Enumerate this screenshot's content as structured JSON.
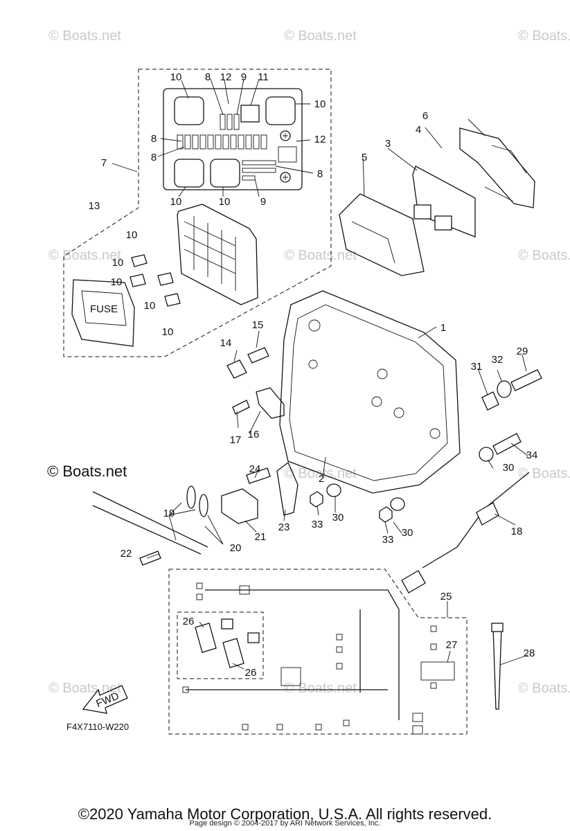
{
  "diagram": {
    "code": "F4X7110-W220",
    "watermark": "© Boats.net",
    "center_mark": "© Boats.net",
    "fuse_label": "FUSE",
    "fwd_label": "FWD",
    "callouts": {
      "c1": "1",
      "c2": "2",
      "c3": "3",
      "c4": "4",
      "c5": "5",
      "c6": "6",
      "c7": "7",
      "c8a": "8",
      "c8b": "8",
      "c8c": "8",
      "c8d": "8",
      "c9a": "9",
      "c9b": "9",
      "c10a": "10",
      "c10b": "10",
      "c10c": "10",
      "c10d": "10",
      "c10e": "10",
      "c10f": "10",
      "c10g": "10",
      "c10h": "10",
      "c10i": "10",
      "c11": "11",
      "c12a": "12",
      "c12b": "12",
      "c13": "13",
      "c14": "14",
      "c15": "15",
      "c16": "16",
      "c17": "17",
      "c18": "18",
      "c19": "19",
      "c20": "20",
      "c21": "21",
      "c22": "22",
      "c23": "23",
      "c24": "24",
      "c25": "25",
      "c26a": "26",
      "c26b": "26",
      "c27": "27",
      "c28": "28",
      "c29": "29",
      "c30a": "30",
      "c30b": "30",
      "c30c": "30",
      "c31": "31",
      "c32": "32",
      "c33a": "33",
      "c33b": "33",
      "c34": "34"
    }
  },
  "footer": {
    "copyright": "©2020 Yamaha Motor Corporation, U.S.A. All rights reserved.",
    "page_design": "Page design © 2004-2017 by ARI Network Services, Inc."
  }
}
